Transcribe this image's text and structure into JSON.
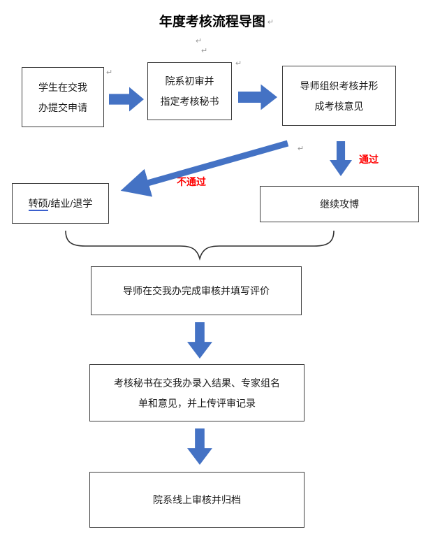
{
  "title": {
    "text": "年度考核流程导图"
  },
  "colors": {
    "arrow_blue": "#4472C4",
    "label_red": "#FF0000",
    "box_border": "#3f3f3f"
  },
  "boxes": {
    "student": {
      "line1": "学生在交我",
      "line2": "办提交申请"
    },
    "dept_review": {
      "line1": "院系初审并",
      "line2": "指定考核秘书"
    },
    "supervisor_assess": {
      "line1": "导师组织考核并形",
      "line2": "成考核意见"
    },
    "continue_phd": {
      "text": "继续攻博"
    },
    "transfer": {
      "underlined": "转硕",
      "rest": "/结业/退学"
    },
    "supervisor_complete": {
      "text": "导师在交我办完成审核并填写评价"
    },
    "secretary_record": {
      "line1": "考核秘书在交我办录入结果、专家组名",
      "line2": "单和意见，并上传评审记录"
    },
    "archive": {
      "text": "院系线上审核并归档"
    }
  },
  "labels": {
    "pass": "通过",
    "fail": "不通过"
  },
  "marks": {
    "glyph": "↵"
  }
}
